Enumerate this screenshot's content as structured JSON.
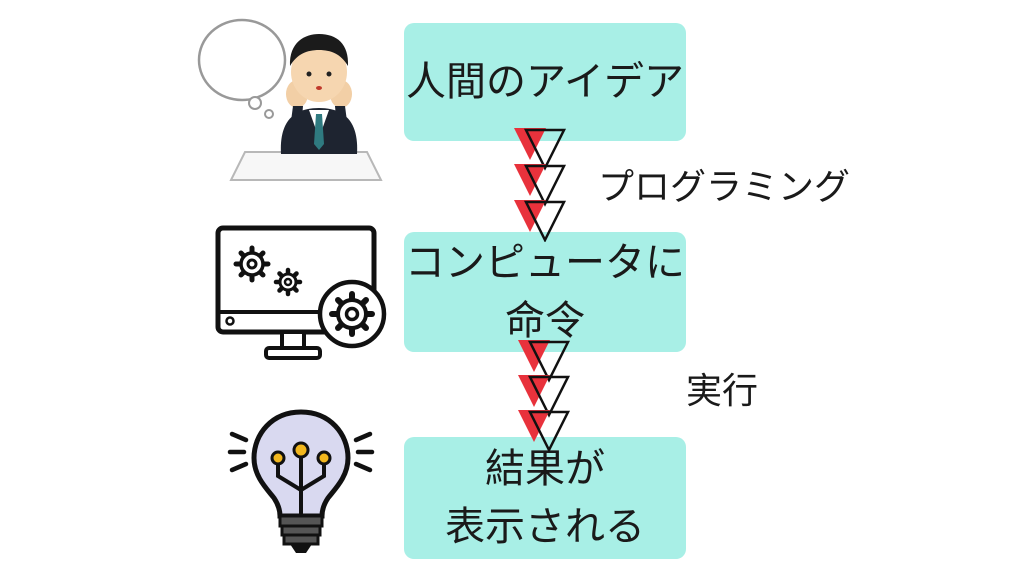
{
  "steps": [
    {
      "line1": "人間のアイデア",
      "line2": ""
    },
    {
      "line1": "コンピュータに",
      "line2": "命令"
    },
    {
      "line1": "結果が",
      "line2": "表示される"
    }
  ],
  "transitions": [
    "プログラミング",
    "実行"
  ],
  "icons": [
    "thinking-person-icon",
    "computer-gears-icon",
    "lightbulb-icon"
  ],
  "colors": {
    "box": "#a8efe6",
    "arrow_red": "#e8323c",
    "bulb": "#d9d9f0",
    "bulb_accent": "#f2b71e"
  }
}
